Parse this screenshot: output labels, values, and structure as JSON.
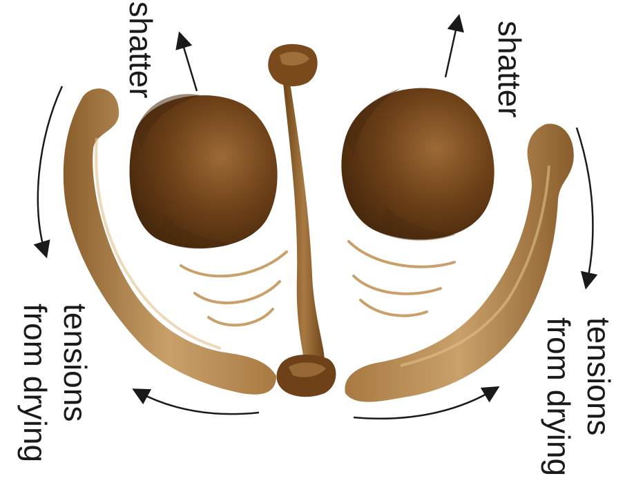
{
  "labels": {
    "shatter_left": "shatter",
    "shatter_right": "shatter",
    "tension_left_line1": "tensions",
    "tension_left_line2": "from drying",
    "tension_right_line1": "tensions",
    "tension_right_line2": "from drying"
  },
  "colors": {
    "seed_dark": "#4a2a0e",
    "seed_mid": "#7a4a1c",
    "seed_light": "#9c6a36",
    "valve_light": "#c9a06a",
    "valve_dark": "#8a5e2c",
    "arrow": "#1a1a1a"
  }
}
